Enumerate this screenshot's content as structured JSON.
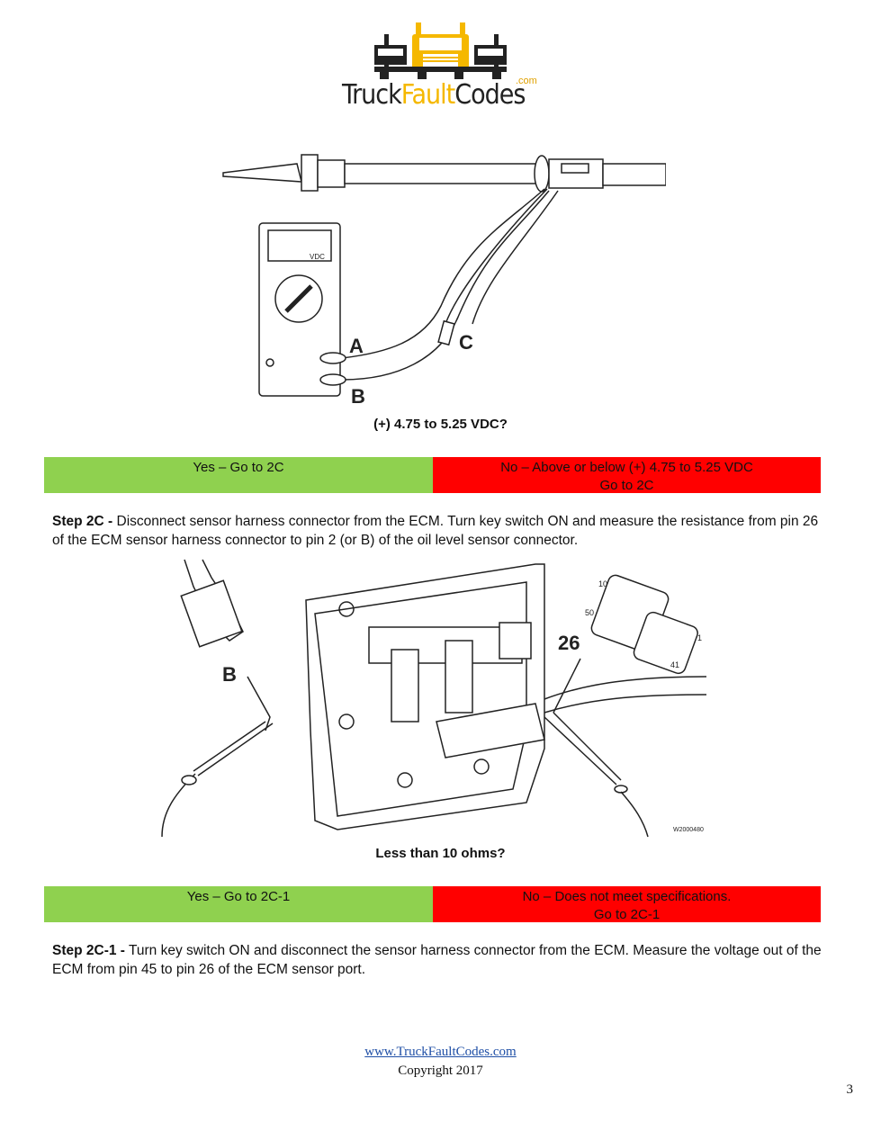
{
  "header": {
    "brand_truck": "Truck",
    "brand_fault": "Fault",
    "brand_codes": "Codes",
    "brand_com": ".com"
  },
  "colors": {
    "yes": "#8fd14f",
    "no": "#ff0000",
    "brand_orange": "#f5b800",
    "link": "#1f4fa6"
  },
  "figure1": {
    "meter_unit": "VDC",
    "label_a": "A",
    "label_b": "B",
    "label_c": "C"
  },
  "question1": "(+) 4.75 to 5.25 VDC?",
  "answers1": {
    "yes": "Yes – Go to 2C",
    "no_line1": "No – Above or below (+) 4.75 to 5.25 VDC",
    "no_line2": "Go to 2C"
  },
  "step2c": {
    "label": "Step 2C -",
    "text": " Disconnect sensor harness connector from the ECM. Turn key switch ON and measure the resistance from pin 26 of the ECM sensor harness connector to pin 2 (or B) of the oil level sensor connector."
  },
  "figure2": {
    "label_b": "B",
    "label_26": "26",
    "pin_10": "10",
    "pin_50": "50",
    "pin_1": "1",
    "pin_41": "41",
    "ref_code": "W2000480"
  },
  "question2": "Less than 10 ohms?",
  "answers2": {
    "yes": "Yes – Go to 2C-1",
    "no_line1": "No – Does not meet specifications.",
    "no_line2": "Go to 2C-1"
  },
  "step2c1": {
    "label": "Step 2C-1 -",
    "text": " Turn key switch ON and disconnect the sensor harness connector from the ECM. Measure the voltage out of the ECM from pin 45 to pin 26 of the ECM sensor port."
  },
  "footer": {
    "link": "www.TruckFaultCodes.com",
    "copyright": "Copyright 2017"
  },
  "page_number": "3"
}
